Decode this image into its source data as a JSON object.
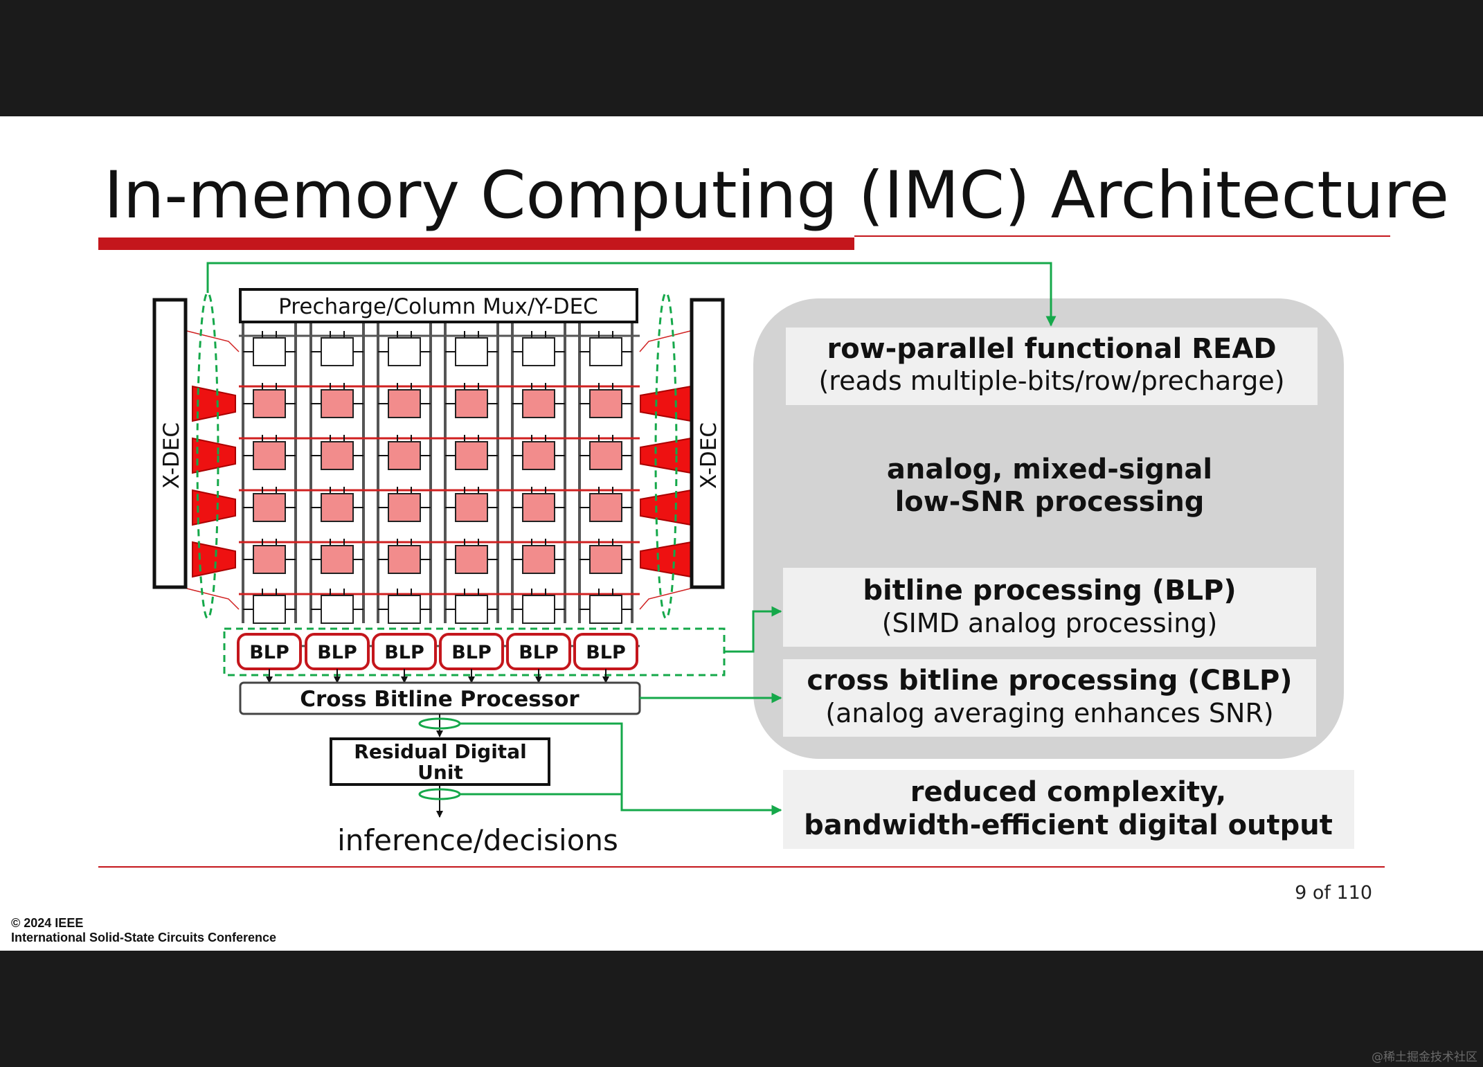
{
  "slide": {
    "title": "In-memory Computing (IMC) Architecture",
    "page_number": "9 of 110",
    "copyright_line1": "© 2024 IEEE",
    "copyright_line2": "International Solid-State Circuits Conference"
  },
  "colors": {
    "accent_red": "#c4161c",
    "cell_pink": "#f28c8c",
    "sense_amp_red": "#ee1111",
    "connector_green": "#15a84a",
    "panel_gray": "#d3d3d3",
    "box_gray": "#f0f0f0"
  },
  "array": {
    "top_label": "Precharge/Column Mux/Y-DEC",
    "left_decoder": "X-DEC",
    "right_decoder": "X-DEC",
    "blp_label": "BLP",
    "cross_bitline": "Cross Bitline Processor",
    "residual_line1": "Residual Digital",
    "residual_line2": "Unit",
    "output_label": "inference/decisions"
  },
  "panel": {
    "read_title": "row-parallel functional READ",
    "read_sub": "(reads multiple-bits/row/precharge)",
    "analog_line1": "analog, mixed-signal",
    "analog_line2": "low-SNR processing",
    "blp_title": "bitline processing (BLP)",
    "blp_sub": "(SIMD analog processing)",
    "cblp_title": "cross bitline processing (CBLP)",
    "cblp_sub": "(analog averaging enhances SNR)",
    "digital_line1": "reduced complexity,",
    "digital_line2": "bandwidth-efficient digital output"
  },
  "watermark": "@稀土掘金技术社区"
}
